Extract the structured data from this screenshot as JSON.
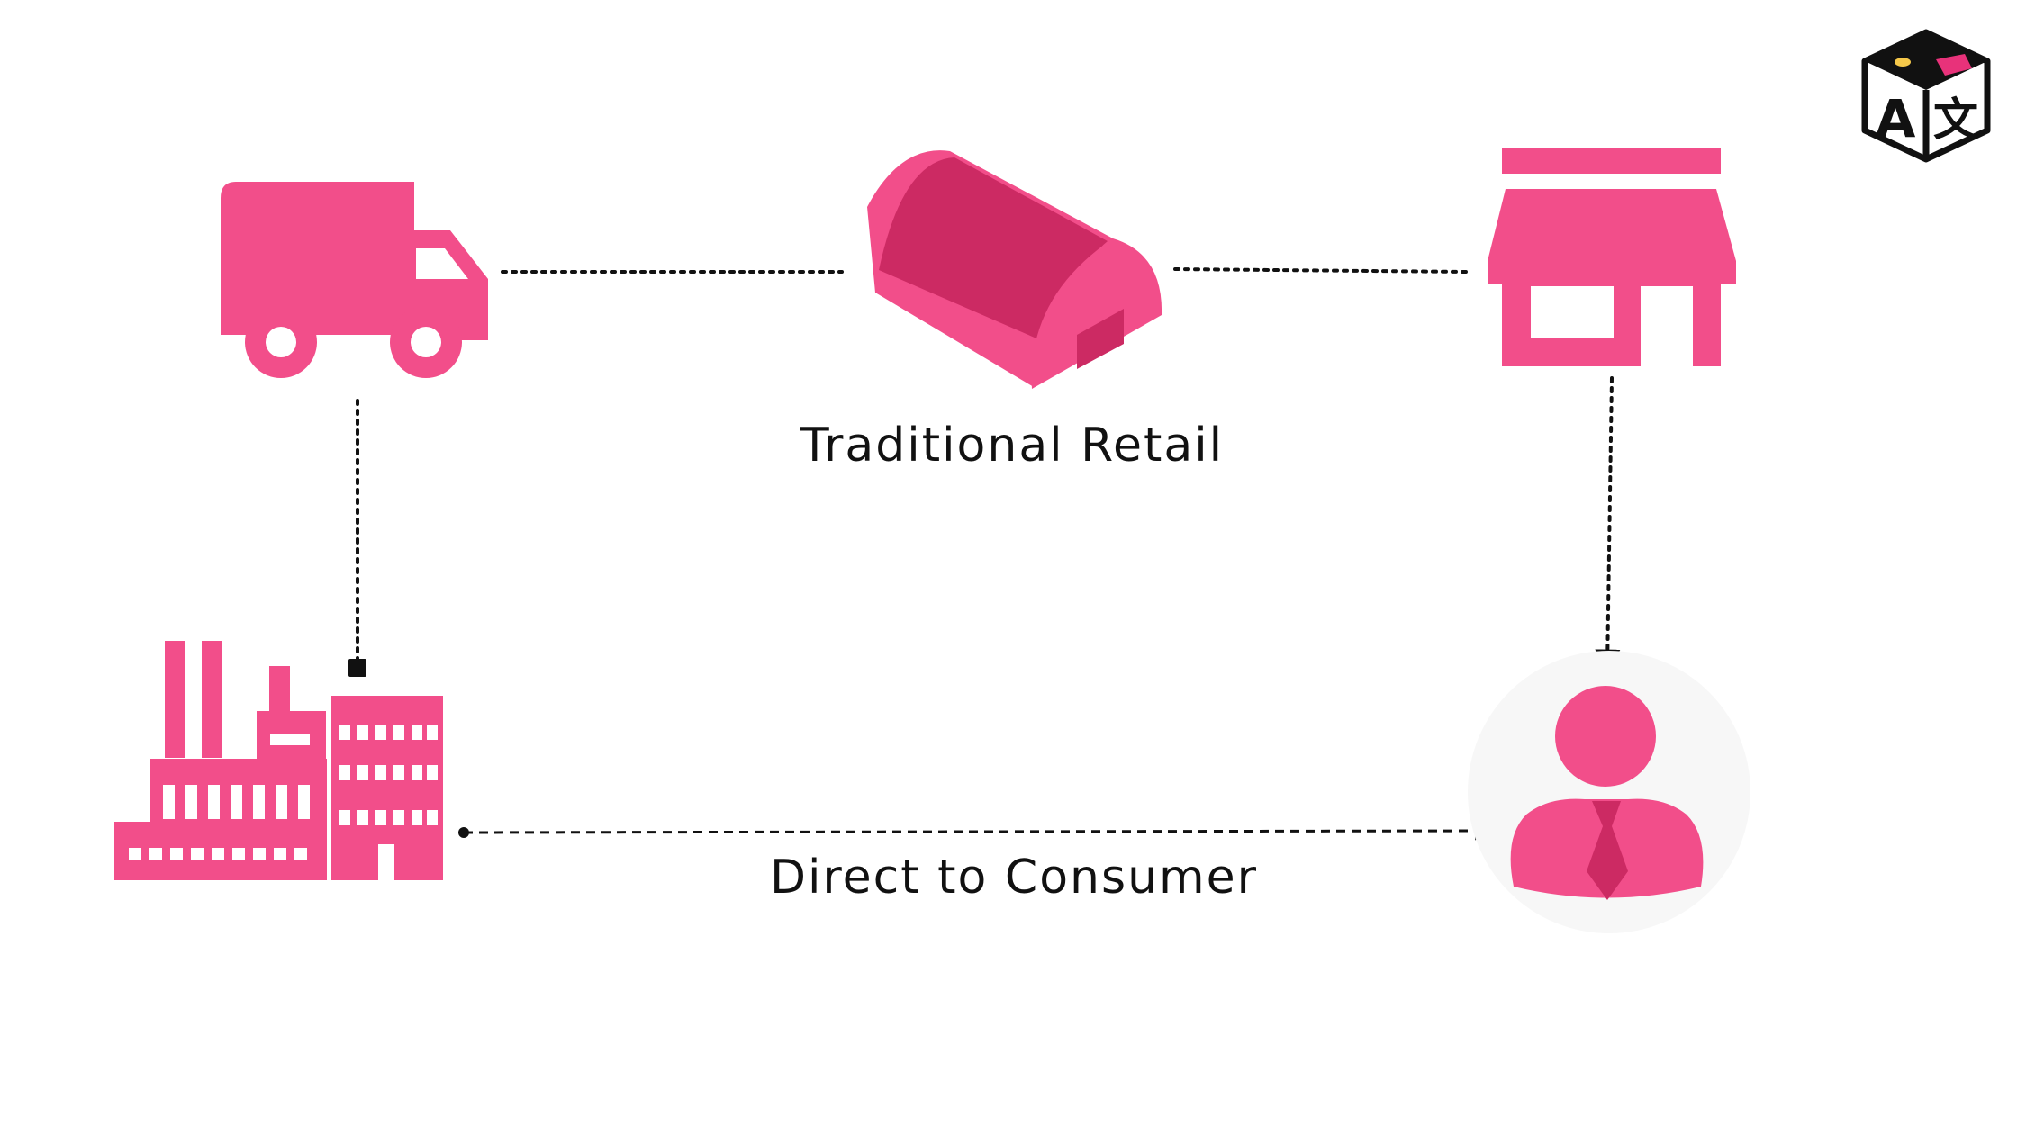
{
  "labels": {
    "traditional_retail": "Traditional Retail",
    "direct_to_consumer": "Direct to Consumer"
  },
  "nodes": {
    "truck": "truck-icon",
    "warehouse": "warehouse-icon",
    "store": "storefront-icon",
    "factory": "factory-icon",
    "consumer": "consumer-icon",
    "logo": "translate-cube-logo"
  },
  "colors": {
    "accent": "#F24E8A",
    "accent_dark": "#CC2A63",
    "line": "#111111",
    "halo": "#F7F7F7"
  }
}
